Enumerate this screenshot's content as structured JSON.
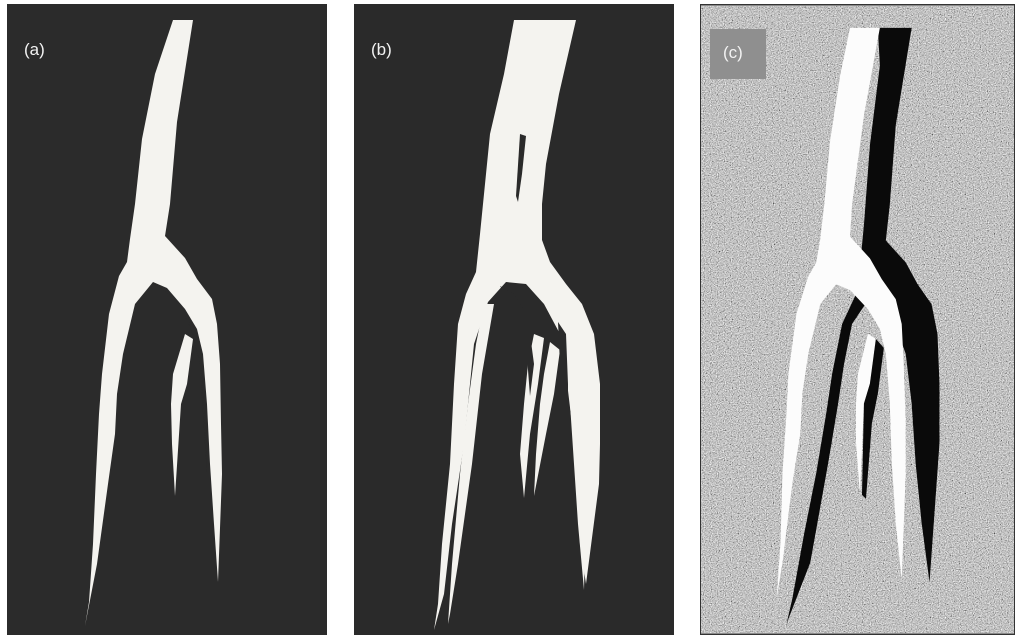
{
  "panels": [
    {
      "label": "(a)",
      "background": "#2b2b2b",
      "vessel_color": "#f4f3ef"
    },
    {
      "label": "(b)",
      "background": "#2a2a2a",
      "vessel_color": "#f4f3ef"
    },
    {
      "label": "(c)",
      "background": "#8a8a8a",
      "vessel_color": "#fcfcfc",
      "shadow_color": "#0a0a0a"
    }
  ]
}
